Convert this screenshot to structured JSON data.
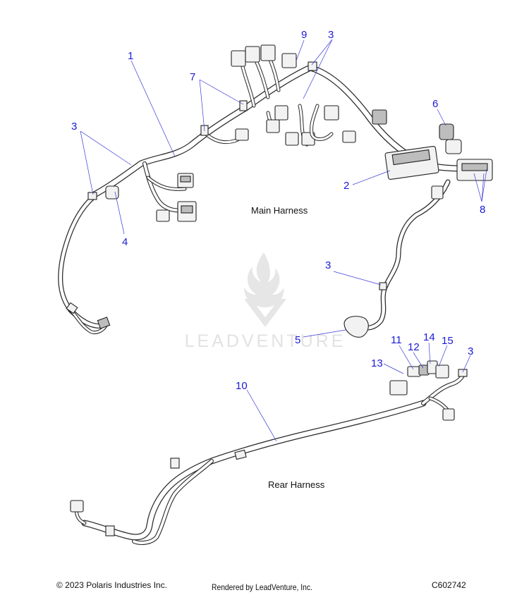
{
  "labels": {
    "main_harness": "Main Harness",
    "rear_harness": "Rear Harness"
  },
  "callouts": {
    "c1": "1",
    "c2": "2",
    "c3": "3",
    "c4": "4",
    "c5": "5",
    "c6": "6",
    "c7": "7",
    "c8": "8",
    "c9": "9",
    "c10": "10",
    "c11": "11",
    "c12": "12",
    "c13": "13",
    "c14": "14",
    "c15": "15"
  },
  "watermark": {
    "text": "LEADVENTURE"
  },
  "footer": {
    "copyright": "© 2023 Polaris Industries Inc.",
    "rendered_by": "Rendered by LeadVenture, Inc.",
    "diagram_id": "C602742"
  },
  "colors": {
    "callout": "#1a1ad6",
    "line": "#222222",
    "watermark": "#e2e2e2"
  }
}
